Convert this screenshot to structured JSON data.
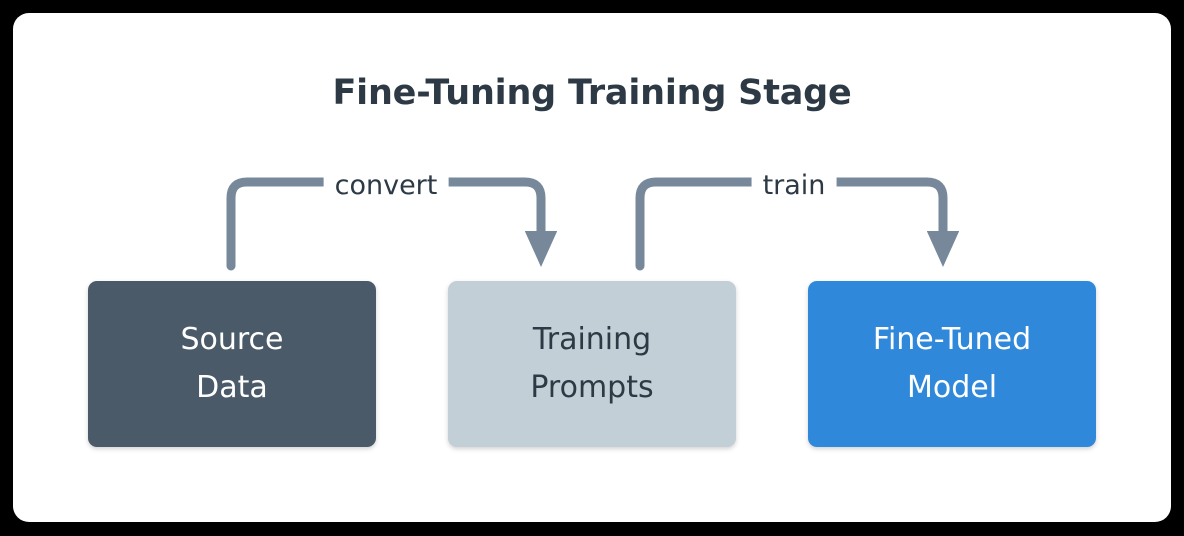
{
  "diagram": {
    "title": "Fine-Tuning Training Stage",
    "background_color": "#000000",
    "card_color": "#ffffff",
    "title_color": "#2D3A45",
    "edge_color": "#76889A"
  },
  "nodes": [
    {
      "id": "source-data",
      "line1": "Source",
      "line2": "Data",
      "fill": "#4A5A68",
      "text_color": "#ffffff"
    },
    {
      "id": "training-prompts",
      "line1": "Training",
      "line2": "Prompts",
      "fill": "#C2CFD6",
      "text_color": "#2D3A45"
    },
    {
      "id": "fine-tuned-model",
      "line1": "Fine-Tuned",
      "line2": "Model",
      "fill": "#3088DB",
      "text_color": "#ffffff"
    }
  ],
  "edges": [
    {
      "id": "convert",
      "label": "convert",
      "from": "source-data",
      "to": "training-prompts"
    },
    {
      "id": "train",
      "label": "train",
      "from": "training-prompts",
      "to": "fine-tuned-model"
    }
  ]
}
